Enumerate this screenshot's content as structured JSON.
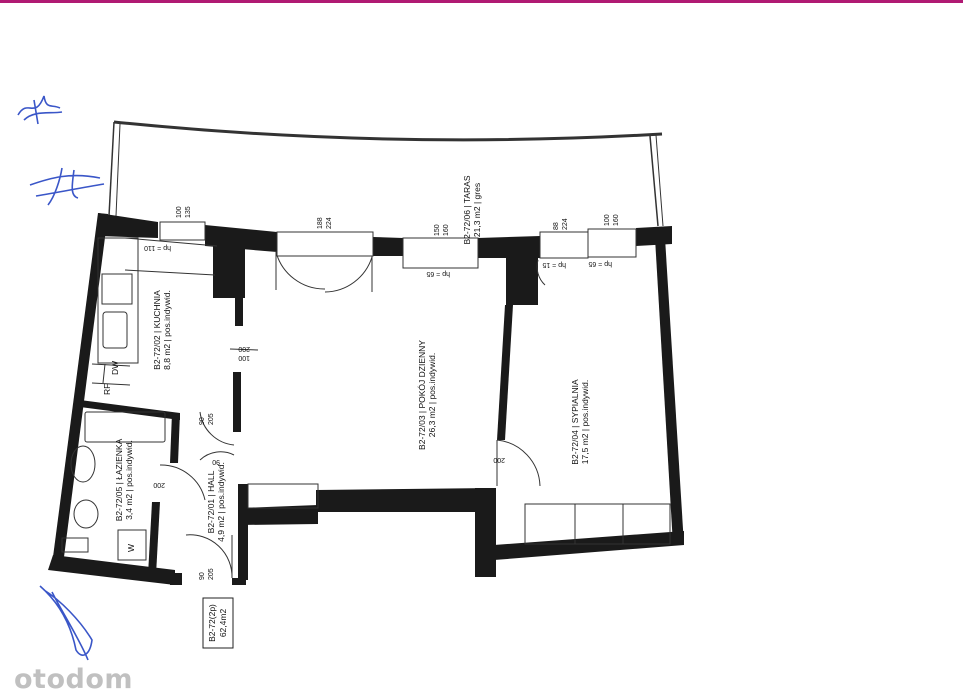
{
  "rooms": {
    "kitchen": {
      "l1": "B2-72/02 | KUCHNIA",
      "l2": "8,8 m2 | pos.indywid."
    },
    "living": {
      "l1": "B2-72/03 | POKÓJ DZIENNY",
      "l2": "26,3 m2 | pos.indywid."
    },
    "bedroom": {
      "l1": "B2-72/04 | SYPIALNIA",
      "l2": "17,5 m2 | pos.indywid."
    },
    "terrace": {
      "l1": "B2-72/06 | TARAS",
      "l2": "21,3 m2 | gres"
    },
    "bathroom": {
      "l1": "B2-72/05 | ŁAZIENKA",
      "l2": "3,4 m2 | pos.indywid."
    },
    "hall": {
      "l1": "B2-72/01 | HALL",
      "l2": "4,9 m2 | pos.indywid."
    }
  },
  "unit": {
    "l1": "B2-72(2p)",
    "l2": "62,4m2"
  },
  "fixtures": {
    "rf": "RF",
    "dw": "DW",
    "w": "W"
  },
  "dims": {
    "win1": [
      "100",
      "135"
    ],
    "win1_sill": "hp = 110",
    "door_terrace": [
      "188",
      "224"
    ],
    "win2": [
      "150",
      "160"
    ],
    "win2_sill": "hp = 65",
    "door_bedroom": [
      "88",
      "224"
    ],
    "win3": [
      "100",
      "160"
    ],
    "win3_sill": "hp = 65",
    "hp15": "hp = 15",
    "opening": [
      "200",
      "100"
    ],
    "door_hall_kitchen": [
      "90",
      "205"
    ],
    "door_bath": "200",
    "door_bedroom_int": "200",
    "door_entry": [
      "90",
      "205"
    ],
    "door_bed_dim": "90"
  },
  "watermark": "otodom"
}
